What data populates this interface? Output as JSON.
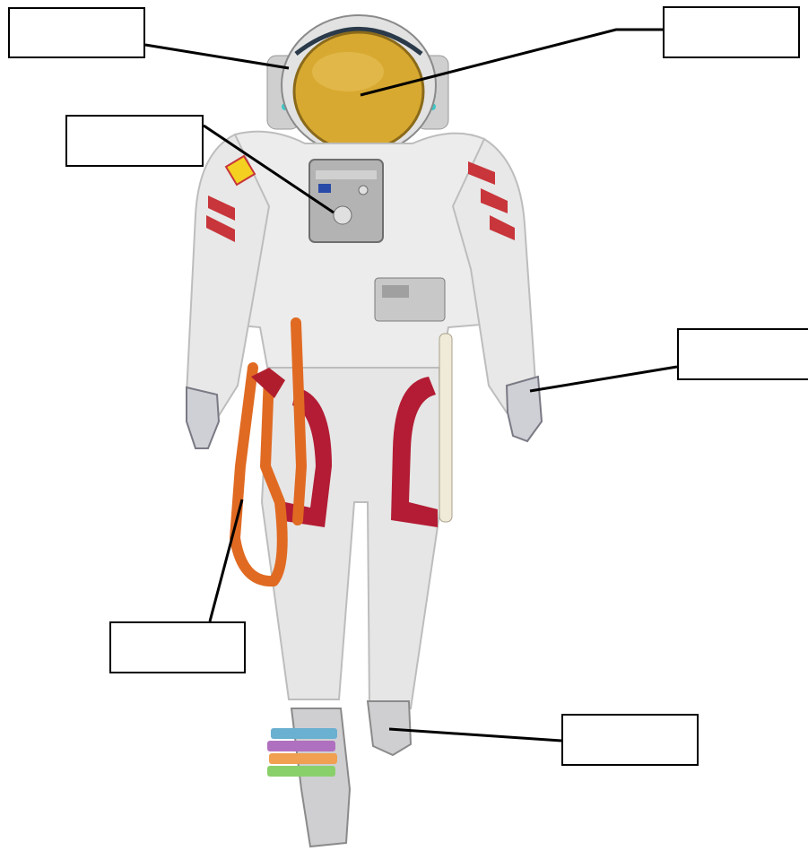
{
  "labels": [
    {
      "id": "helmet-shell",
      "text": ""
    },
    {
      "id": "visor",
      "text": ""
    },
    {
      "id": "chest-control-unit",
      "text": ""
    },
    {
      "id": "glove",
      "text": ""
    },
    {
      "id": "safety-tether",
      "text": ""
    },
    {
      "id": "boot",
      "text": ""
    }
  ],
  "colors": {
    "suit": "#eeeeee",
    "visor": "#d8a930",
    "stripe": "#c8353a",
    "tether": "#e06a22",
    "line": "#000000"
  }
}
